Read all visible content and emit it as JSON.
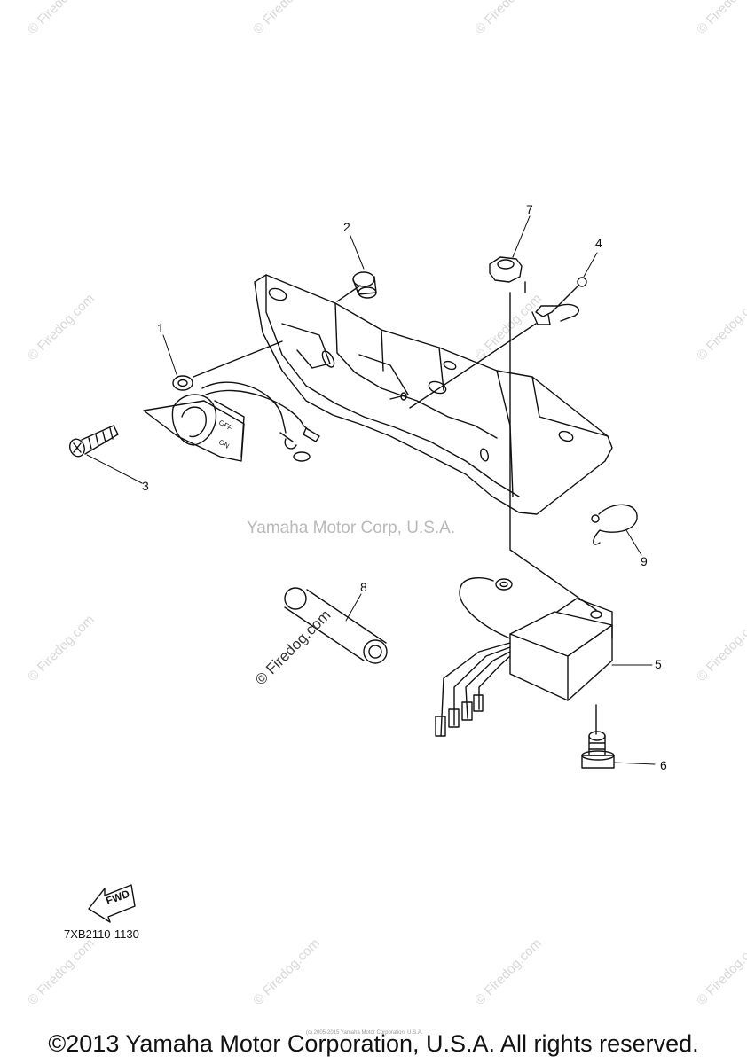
{
  "watermarks": {
    "site": "© Firedog.com",
    "corp": "Yamaha Motor Corp, U.S.A.",
    "tiny": "(c) 2005-2015 Yamaha Motor Corporation, U.S.A."
  },
  "callouts": [
    "1",
    "2",
    "3",
    "4",
    "5",
    "6",
    "7",
    "8",
    "9"
  ],
  "switch_labels": {
    "off": "OFF",
    "on": "ON"
  },
  "fwd_label": "FWD",
  "part_code": "7XB2110-1130",
  "copyright": "©2013 Yamaha Motor Corporation, U.S.A. All rights reserved.",
  "colors": {
    "line": "#111111",
    "watermark": "#d8d8d8",
    "corp_watermark": "#b9b9b9"
  }
}
